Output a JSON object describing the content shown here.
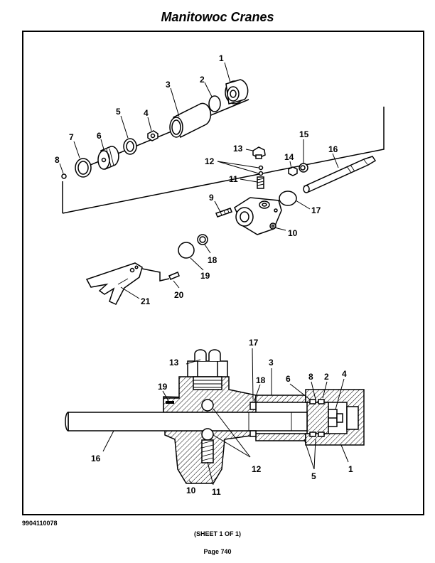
{
  "header": {
    "title": "Manitowoc Cranes"
  },
  "footer": {
    "doc_number": "9904110078",
    "sheet": "(SHEET 1 OF 1)",
    "page": "Page 740"
  },
  "exploded_labels": {
    "p1": "1",
    "p2": "2",
    "p3": "3",
    "p4": "4",
    "p5": "5",
    "p6": "6",
    "p7": "7",
    "p8": "8",
    "p9": "9",
    "p10": "10",
    "p11": "11",
    "p12": "12",
    "p13": "13",
    "p14": "14",
    "p15": "15",
    "p16": "16",
    "p17": "17",
    "p18": "18",
    "p19": "19",
    "p20": "20",
    "p21": "21"
  },
  "section_labels": {
    "s13": "13",
    "s17": "17",
    "s3": "3",
    "s19": "19",
    "s18": "18",
    "s6": "6",
    "s8": "8",
    "s2": "2",
    "s4": "4",
    "s16": "16",
    "s12": "12",
    "s5": "5",
    "s1": "1",
    "s10": "10",
    "s11": "11"
  }
}
